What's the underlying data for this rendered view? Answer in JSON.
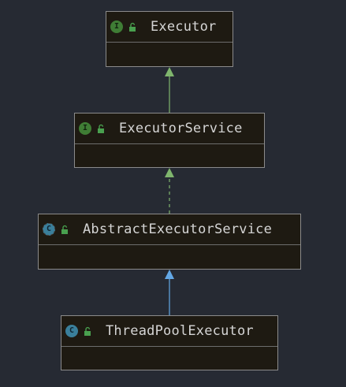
{
  "diagram": {
    "nodes": [
      {
        "id": "executor",
        "label": "Executor",
        "kind": "interface",
        "kind_glyph": "I",
        "visibility_icon": "unlock-icon"
      },
      {
        "id": "executor-service",
        "label": "ExecutorService",
        "kind": "interface",
        "kind_glyph": "I",
        "visibility_icon": "unlock-icon"
      },
      {
        "id": "abstract-executor-service",
        "label": "AbstractExecutorService",
        "kind": "abstract-class",
        "kind_glyph": "C",
        "visibility_icon": "unlock-icon"
      },
      {
        "id": "thread-pool-executor",
        "label": "ThreadPoolExecutor",
        "kind": "class",
        "kind_glyph": "C",
        "visibility_icon": "unlock-icon"
      }
    ],
    "edges": [
      {
        "from": "executor-service",
        "to": "executor",
        "type": "extends",
        "style": "solid",
        "color": "#7fb56d"
      },
      {
        "from": "abstract-executor-service",
        "to": "executor-service",
        "type": "implements",
        "style": "dashed",
        "color": "#7fb56d"
      },
      {
        "from": "thread-pool-executor",
        "to": "abstract-executor-service",
        "type": "extends",
        "style": "solid",
        "color": "#63a8e6"
      }
    ],
    "colors": {
      "background": "#262a33",
      "node_fill": "#1e1a12",
      "node_border": "#8b8b8b",
      "text": "#d5d5d5",
      "interface_icon": "#3f7d35",
      "class_icon": "#3a7f9b"
    }
  }
}
